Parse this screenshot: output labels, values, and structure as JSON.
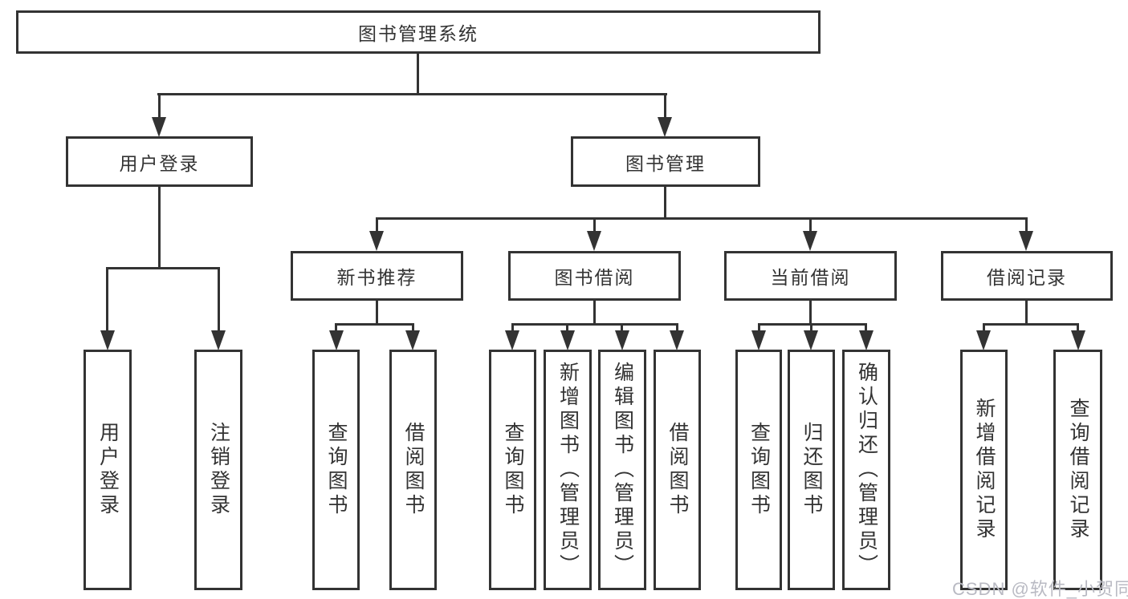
{
  "diagram_title": "图书管理系统",
  "tree": {
    "label": "图书管理系统",
    "children": [
      {
        "label": "用户登录",
        "children": [
          {
            "label": "用户登录"
          },
          {
            "label": "注销登录"
          }
        ]
      },
      {
        "label": "图书管理",
        "children": [
          {
            "label": "新书推荐",
            "children": [
              {
                "label": "查询图书"
              },
              {
                "label": "借阅图书"
              }
            ]
          },
          {
            "label": "图书借阅",
            "children": [
              {
                "label": "查询图书"
              },
              {
                "label": "新增图书（管理员）"
              },
              {
                "label": "编辑图书（管理员）"
              },
              {
                "label": "借阅图书"
              }
            ]
          },
          {
            "label": "当前借阅",
            "children": [
              {
                "label": "查询图书"
              },
              {
                "label": "归还图书"
              },
              {
                "label": "确认归还（管理员）"
              }
            ]
          },
          {
            "label": "借阅记录",
            "children": [
              {
                "label": "新增借阅记录"
              },
              {
                "label": "查询借阅记录"
              }
            ]
          }
        ]
      }
    ]
  },
  "watermark": {
    "text": "CSDN @软件_小贺同学"
  },
  "colors": {
    "line": "#333333",
    "text": "#333333",
    "watermark": "#b9bac3",
    "background": "#ffffff"
  }
}
